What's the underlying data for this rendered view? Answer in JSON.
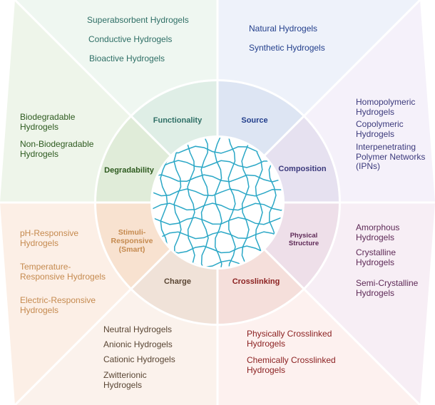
{
  "categories": {
    "functionality": {
      "label": "Functionality",
      "items": [
        "Superabsorbent Hydrogels",
        "Conductive Hydrogels",
        "Bioactive Hydrogels"
      ]
    },
    "source": {
      "label": "Source",
      "items": [
        "Natural Hydrogels",
        "Synthetic Hydrogels"
      ]
    },
    "composition": {
      "label": "Composition",
      "items": [
        "Homopolymeric Hydrogels",
        "Copolymeric Hydrogels",
        "Interpenetrating Polymer Networks (IPNs)"
      ]
    },
    "physical_structure": {
      "label": "Physical Structure",
      "items": [
        "Amorphous Hydrogels",
        "Crystalline Hydrogels",
        "Semi-Crystalline Hydrogels"
      ]
    },
    "crosslinking": {
      "label": "Crosslinking",
      "items": [
        "Physically Crosslinked Hydrogels",
        "Chemically Crosslinked Hydrogels"
      ]
    },
    "charge": {
      "label": "Charge",
      "items": [
        "Neutral Hydrogels",
        "Anionic Hydrogels",
        "Cationic Hydrogels",
        "Zwitterionic Hydrogels"
      ]
    },
    "stimuli_responsive": {
      "label": "Stimuli-Responsive (Smart)",
      "items": [
        "pH-Responsive Hydrogels",
        "Temperature-Responsive Hydrogels",
        "Electric-Responsive Hydrogels"
      ]
    },
    "degradability": {
      "label": "Degradability",
      "items": [
        "Biodegradable Hydrogels",
        "Non-Biodegradable Hydrogels"
      ]
    }
  },
  "colors": {
    "functionality": "#2f6f66",
    "source": "#233f8c",
    "composition": "#3c3a7c",
    "physical_structure": "#5e2a57",
    "crosslinking": "#8a1f1f",
    "charge": "#5a4634",
    "stimuli_responsive": "#c58a4f",
    "degradability": "#2d5a1f",
    "network": "#2aa7c6"
  },
  "network_icon": "hydrogel-network-icon"
}
